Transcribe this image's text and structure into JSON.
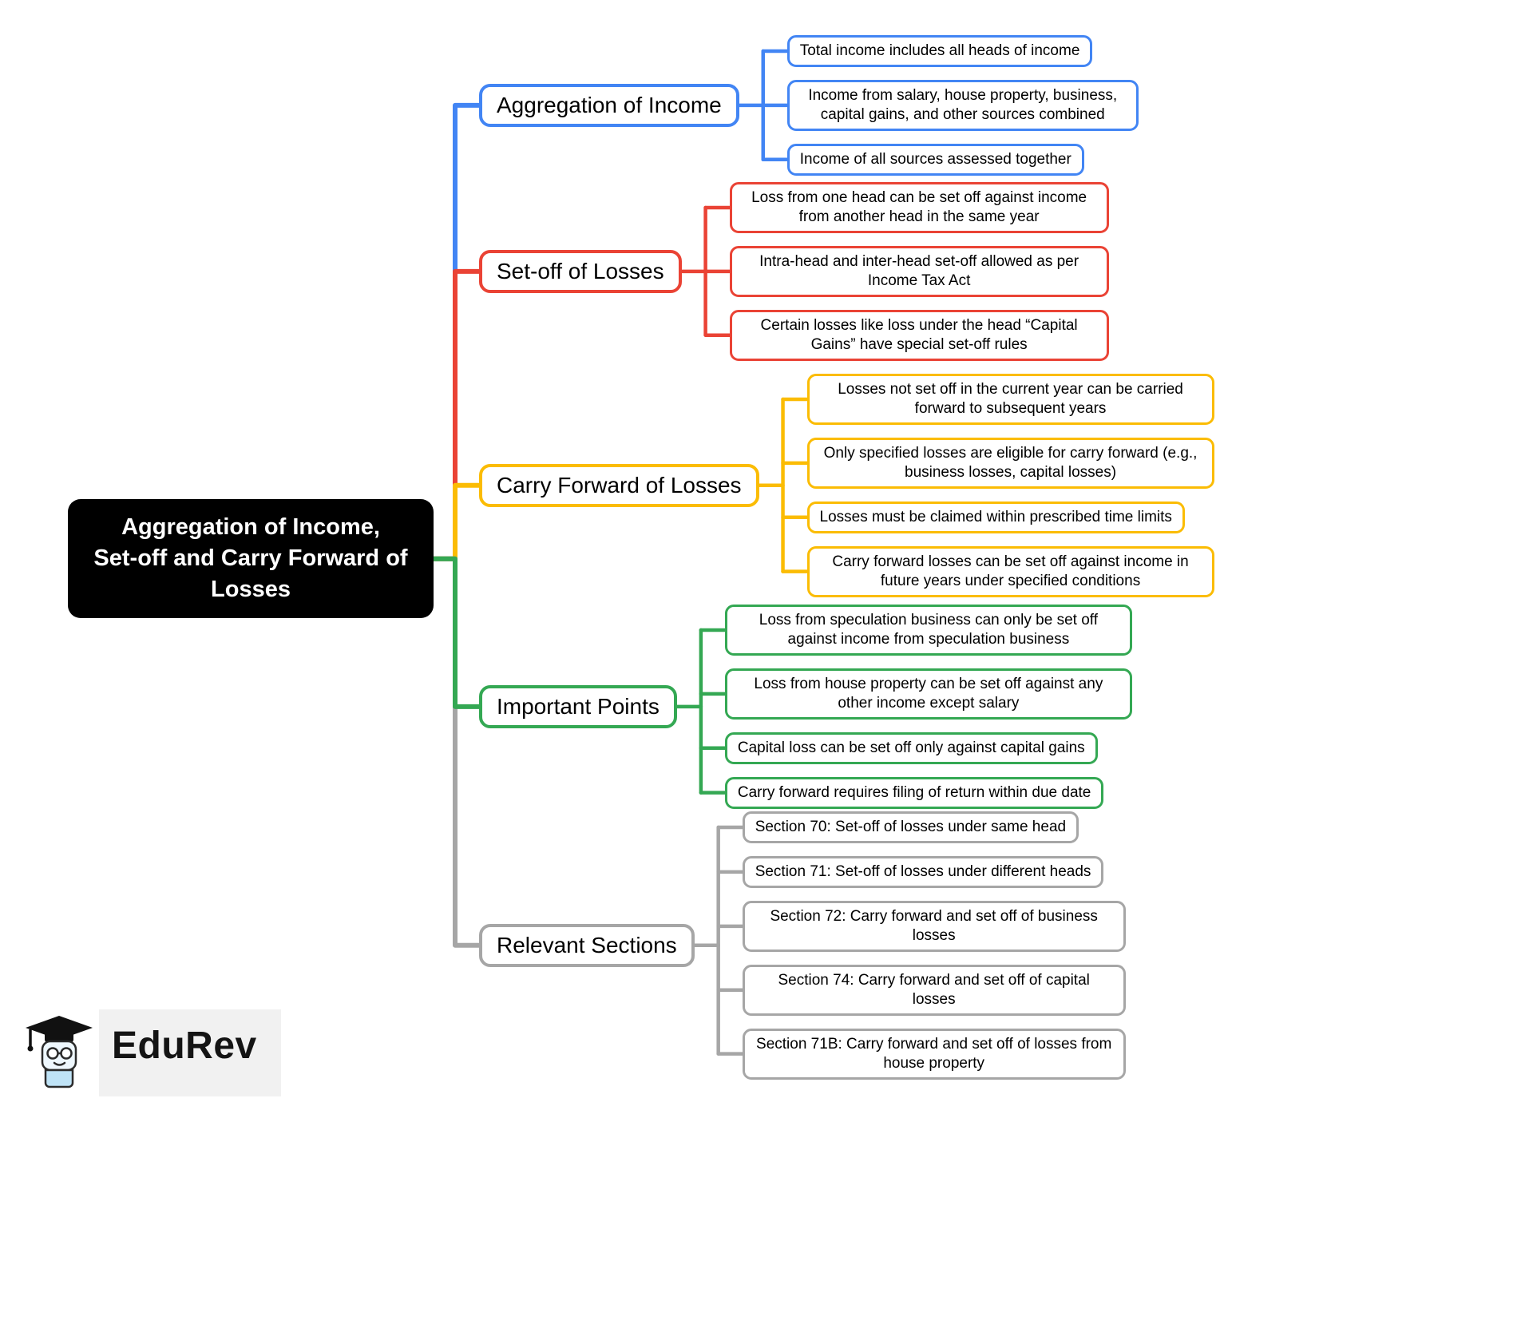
{
  "root": {
    "title_lines": [
      "Aggregation of Income,",
      "Set-off and Carry Forward of",
      "Losses"
    ]
  },
  "branches": [
    {
      "label": "Aggregation of Income",
      "color": "#4285f4",
      "children": [
        "Total income includes all heads of income",
        "Income from salary, house property, business, capital gains, and other sources combined",
        "Income of all sources assessed together"
      ]
    },
    {
      "label": "Set-off of Losses",
      "color": "#ea4335",
      "children": [
        "Loss from one head can be set off against income from another head in the same year",
        "Intra-head and inter-head set-off allowed as per Income Tax Act",
        "Certain losses like loss under the head “Capital Gains” have special set-off rules"
      ]
    },
    {
      "label": "Carry Forward of Losses",
      "color": "#fbbc04",
      "children": [
        "Losses not set off in the current year can be carried forward to subsequent years",
        "Only specified losses are eligible for carry forward (e.g., business losses, capital losses)",
        "Losses must be claimed within prescribed time limits",
        "Carry forward losses can be set off against income in future years under specified conditions"
      ]
    },
    {
      "label": "Important Points",
      "color": "#34a853",
      "children": [
        "Loss from speculation business can only be set off against income from speculation business",
        "Loss from house property can be set off against any other income except salary",
        "Capital loss can be set off only against capital gains",
        "Carry forward requires filing of return within due date"
      ]
    },
    {
      "label": "Relevant Sections",
      "color": "#a6a6a6",
      "children": [
        "Section 70: Set-off of losses under same head",
        "Section 71: Set-off of losses under different heads",
        "Section 72: Carry forward and set off of business losses",
        "Section 74: Carry forward and set off of capital losses",
        "Section 71B: Carry forward and set off of losses from house property"
      ]
    }
  ],
  "logo": {
    "text": "EduRev"
  }
}
